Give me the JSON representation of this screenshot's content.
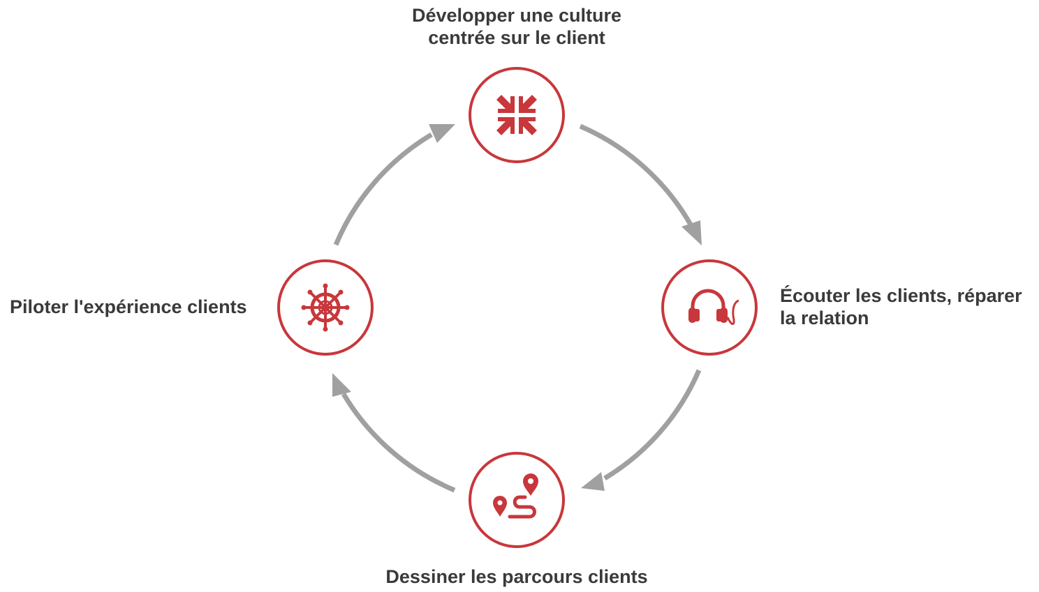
{
  "diagram": {
    "accent_color": "#c8373b",
    "arrow_color": "#a0a0a0",
    "text_color": "#3a3a3a",
    "nodes": [
      {
        "id": "top",
        "label_lines": [
          "Développer une culture",
          "centrée sur le client"
        ],
        "icon": "compress-arrows-icon"
      },
      {
        "id": "right",
        "label_lines": [
          "Écouter les clients, réparer",
          "la relation"
        ],
        "icon": "headphones-icon"
      },
      {
        "id": "bottom",
        "label_lines": [
          "Dessiner les parcours clients"
        ],
        "icon": "route-map-pin-icon"
      },
      {
        "id": "left",
        "label_lines": [
          "Piloter l'expérience clients"
        ],
        "icon": "ship-wheel-icon"
      }
    ],
    "cycle_direction": "clockwise"
  }
}
